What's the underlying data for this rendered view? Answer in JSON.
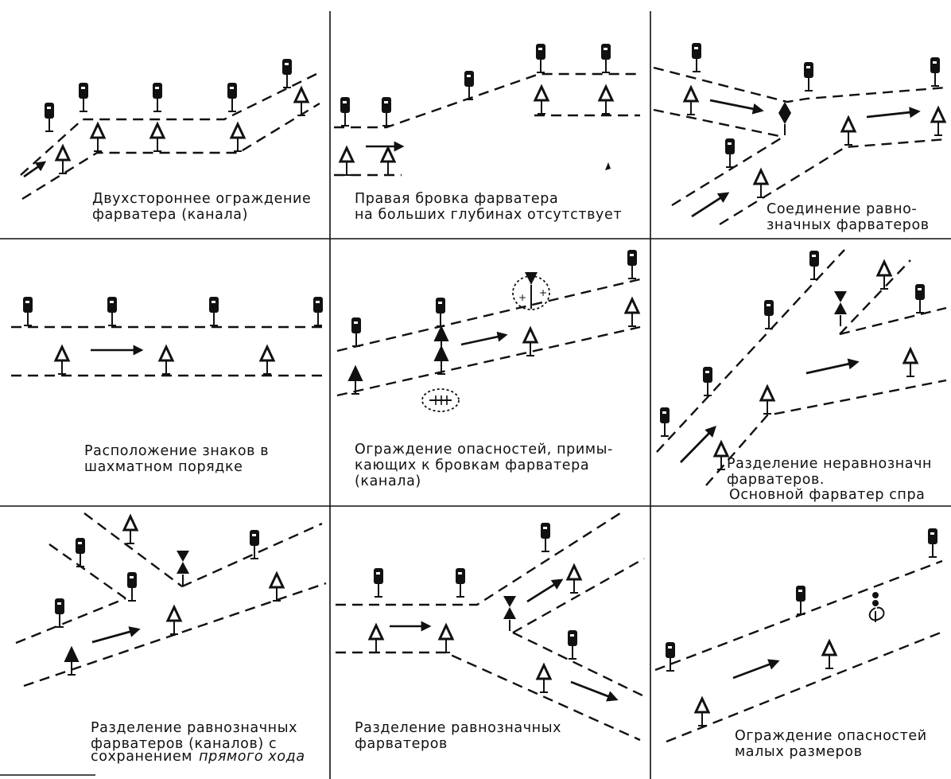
{
  "figure": {
    "panels": [
      {
        "id": "two-sided-channel",
        "caption": [
          "Двухстороннее ограждение",
          "фарватера (канала)"
        ]
      },
      {
        "id": "right-edge-absent",
        "caption": [
          "Правая бровка фарватера",
          "на больших глубинах отсутствует"
        ]
      },
      {
        "id": "equal-fairways-join",
        "caption": [
          "Соединение равно-",
          "значных фарватеров"
        ]
      },
      {
        "id": "staggered-signs",
        "caption": [
          "Расположение знаков в",
          "шахматном порядке"
        ]
      },
      {
        "id": "adjacent-dangers",
        "caption": [
          "Ограждение опасностей, примы-",
          "кающих к бровкам фарватера",
          "(канала)"
        ]
      },
      {
        "id": "unequal-split",
        "caption": [
          "Разделение неравнозначн",
          "фарватеров.",
          "Основной фарватер спра"
        ]
      },
      {
        "id": "equal-split-straight",
        "caption": [
          "Разделение равнозначных",
          "фарватеров (каналов) с",
          "сохранением"
        ],
        "caption_italic": "прямого хода"
      },
      {
        "id": "equal-split",
        "caption": [
          "Разделение равнозначных",
          "фарватеров"
        ]
      },
      {
        "id": "small-dangers",
        "caption": [
          "Ограждение опасностей",
          "малых размеров"
        ]
      }
    ]
  }
}
